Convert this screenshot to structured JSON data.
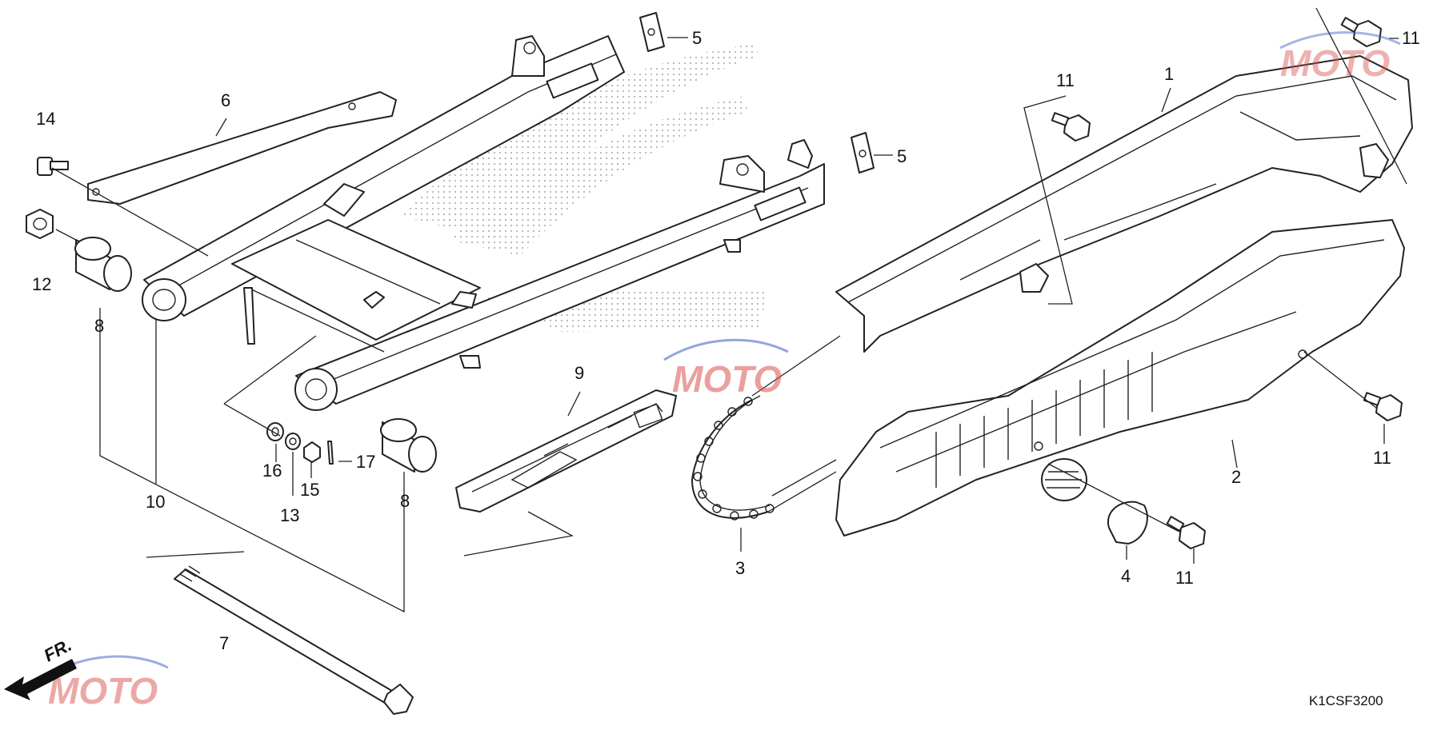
{
  "diagram_code": "K1CSF3200",
  "front_marker": "FR.",
  "callouts": [
    {
      "id": "c1",
      "label": "1"
    },
    {
      "id": "c2",
      "label": "2"
    },
    {
      "id": "c3",
      "label": "3"
    },
    {
      "id": "c4",
      "label": "4"
    },
    {
      "id": "c5a",
      "label": "5"
    },
    {
      "id": "c5b",
      "label": "5"
    },
    {
      "id": "c6",
      "label": "6"
    },
    {
      "id": "c7",
      "label": "7"
    },
    {
      "id": "c8a",
      "label": "8"
    },
    {
      "id": "c8b",
      "label": "8"
    },
    {
      "id": "c9",
      "label": "9"
    },
    {
      "id": "c10",
      "label": "10"
    },
    {
      "id": "c11a",
      "label": "11"
    },
    {
      "id": "c11b",
      "label": "11"
    },
    {
      "id": "c11c",
      "label": "11"
    },
    {
      "id": "c11d",
      "label": "11"
    },
    {
      "id": "c12",
      "label": "12"
    },
    {
      "id": "c13",
      "label": "13"
    },
    {
      "id": "c14",
      "label": "14"
    },
    {
      "id": "c15",
      "label": "15"
    },
    {
      "id": "c16",
      "label": "16"
    },
    {
      "id": "c17",
      "label": "17"
    }
  ],
  "colors": {
    "line": "#222222",
    "watermark_red": "#d9534f",
    "watermark_blue": "#3a5cc8"
  }
}
